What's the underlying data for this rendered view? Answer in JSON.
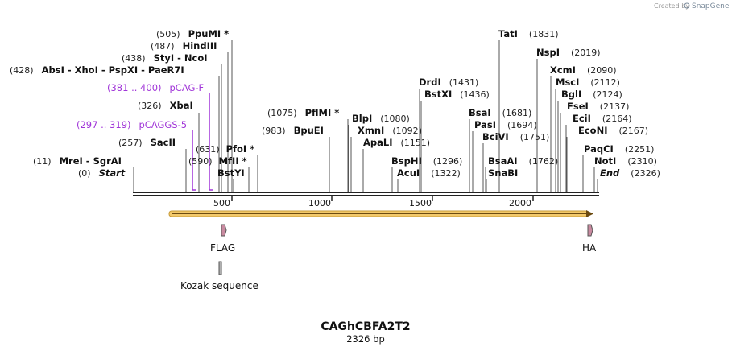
{
  "credit": {
    "prefix": "Created by",
    "brand": "SnapGene"
  },
  "title": "CAGhCBFA2T2",
  "subtitle": "2326 bp",
  "axis": {
    "ticks": [
      "500",
      "1000",
      "1500",
      "2000"
    ]
  },
  "sites": [
    {
      "pos": "(11)",
      "text": "MreI  -  SgrAI"
    },
    {
      "pos": "(0)",
      "text": "Start"
    },
    {
      "pos": "(257)",
      "text": "SacII"
    },
    {
      "pos": "(326)",
      "text": "XbaI"
    },
    {
      "pos": "(428)",
      "text": "AbsI  -  XhoI  -  PspXI  -  PaeR7I"
    },
    {
      "pos": "(438)",
      "text": "StyI  -  NcoI"
    },
    {
      "pos": "(487)",
      "text": "HindIII"
    },
    {
      "pos": "(505)",
      "text": "PpuMI *"
    },
    {
      "pos": "(590)",
      "text": "MfII *"
    },
    {
      "pos": "(631)",
      "text": "PfoI *"
    },
    {
      "pos": "",
      "text": "BstYI"
    },
    {
      "pos": "(983)",
      "text": "BpuEI"
    },
    {
      "pos": "(1075)",
      "text": "PflMI *"
    },
    {
      "pos": "(1080)",
      "text": "BlpI"
    },
    {
      "pos": "(1092)",
      "text": "XmnI"
    },
    {
      "pos": "(1151)",
      "text": "ApaLI"
    },
    {
      "pos": "(1296)",
      "text": "BspHI"
    },
    {
      "pos": "(1322)",
      "text": "AcuI"
    },
    {
      "pos": "(1431)",
      "text": "DrdI"
    },
    {
      "pos": "(1436)",
      "text": "BstXI"
    },
    {
      "pos": "(1681)",
      "text": "BsaI"
    },
    {
      "pos": "(1694)",
      "text": "PasI"
    },
    {
      "pos": "(1751)",
      "text": "BciVI"
    },
    {
      "pos": "(1762)",
      "text": "BsaAI"
    },
    {
      "pos": "",
      "text": "SnaBI"
    },
    {
      "pos": "(1831)",
      "text": "TatI"
    },
    {
      "pos": "(2019)",
      "text": "NspI"
    },
    {
      "pos": "(2090)",
      "text": "XcmI"
    },
    {
      "pos": "(2112)",
      "text": "MscI"
    },
    {
      "pos": "(2124)",
      "text": "BglI"
    },
    {
      "pos": "(2137)",
      "text": "FseI"
    },
    {
      "pos": "(2164)",
      "text": "EciI"
    },
    {
      "pos": "(2167)",
      "text": "EcoNI"
    },
    {
      "pos": "(2251)",
      "text": "PaqCI"
    },
    {
      "pos": "(2310)",
      "text": "NotI"
    },
    {
      "pos": "(2326)",
      "text": "End"
    }
  ],
  "primers": [
    {
      "pos": "(381 .. 400)",
      "text": "pCAG-F"
    },
    {
      "pos": "(297 .. 319)",
      "text": "pCAGGS-5"
    }
  ],
  "features": [
    {
      "label": "FLAG",
      "color": "#c98aa0"
    },
    {
      "label": "HA",
      "color": "#c98aa0"
    },
    {
      "label": "Kozak sequence",
      "color": "#b0b0b0"
    }
  ],
  "colors": {
    "orf_fill": "#f3c96b",
    "orf_stroke": "#c79a36",
    "primer": "#a035d8"
  }
}
